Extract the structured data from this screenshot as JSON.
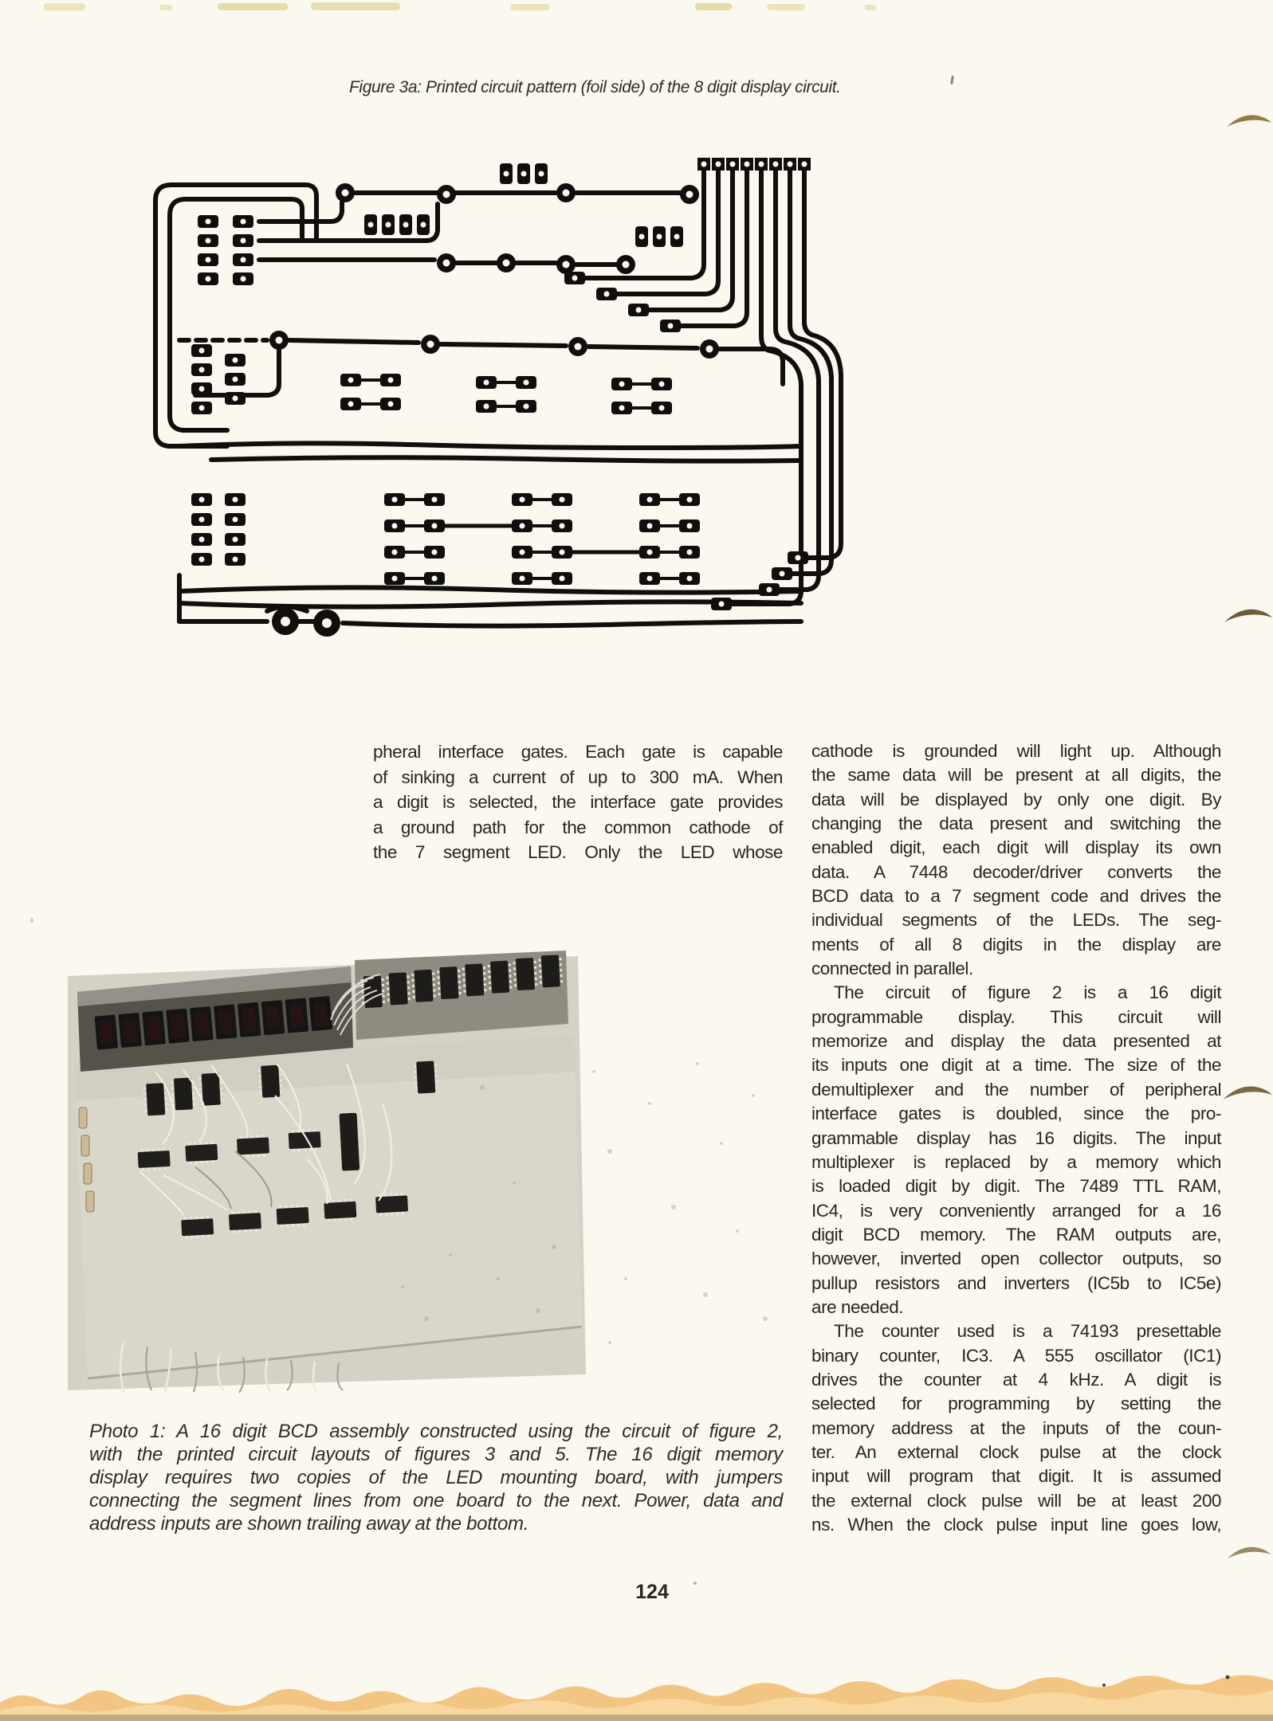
{
  "page": {
    "figure_caption": "Figure 3a: Printed circuit pattern (foil side) of the 8 digit display circuit.",
    "page_number": "124"
  },
  "left_column": {
    "paragraphs": [
      {
        "indent": false,
        "justify_last": true,
        "lines": [
          "pheral interface gates. Each gate is capable",
          "of sinking a current of up to 300 mA. When",
          "a digit is selected, the interface gate provides",
          "a ground path for the common cathode of",
          "the 7 segment LED. Only the LED whose"
        ]
      }
    ]
  },
  "right_column": {
    "paragraphs": [
      {
        "indent": false,
        "justify_last": false,
        "lines": [
          "cathode is grounded will light up. Although",
          "the same data will be present at all digits, the",
          "data will be displayed by only one digit. By",
          "changing the data present and switching the",
          "enabled digit, each digit will display its own",
          "data. A 7448 decoder/driver converts the",
          "BCD data to a 7 segment code and drives the",
          "individual segments of the LEDs. The seg-",
          "ments of all 8 digits in the display are",
          "connected in parallel."
        ]
      },
      {
        "indent": true,
        "justify_last": false,
        "lines": [
          "The circuit of figure 2 is a 16 digit",
          "programmable display. This circuit will",
          "memorize and display the data presented at",
          "its inputs one digit at a time. The size of the",
          "demultiplexer and the number of peripheral",
          "interface gates is doubled, since the pro-",
          "grammable display has 16 digits. The input",
          "multiplexer is replaced by a memory which",
          "is loaded digit by digit. The 7489 TTL RAM,",
          "IC4, is very conveniently arranged for a 16",
          "digit BCD memory. The RAM outputs are,",
          "however, inverted open collector outputs, so",
          "pullup resistors and inverters (IC5b to IC5e)",
          "are needed."
        ]
      },
      {
        "indent": true,
        "justify_last": true,
        "lines": [
          "The counter used is a 74193 presettable",
          "binary counter, IC3. A 555 oscillator (IC1)",
          "drives the counter at 4 kHz. A digit is",
          "selected for programming by setting the",
          "memory address at the inputs of the coun-",
          "ter. An external clock pulse at the clock",
          "input will program that digit. It is assumed",
          "the external clock pulse will be at least 200",
          "ns. When the clock pulse input line goes low,"
        ]
      }
    ]
  },
  "photo_caption": {
    "paragraphs": [
      {
        "indent": false,
        "justify_last": false,
        "lines": [
          "Photo 1: A 16 digit BCD assembly constructed using the circuit of figure 2,",
          "with the printed circuit layouts of figures 3 and 5. The 16 digit memory",
          "display requires two copies of the LED mounting board, with jumpers",
          "connecting the segment lines from one board to the next. Power, data and",
          "address inputs are shown trailing away at the bottom."
        ]
      }
    ]
  },
  "colors": {
    "paper": "#fbf8ef",
    "ink": "#262622",
    "pcb_ink": "#100f0d",
    "bottom_band_orange": "#f2c27c",
    "page_curl_brown": "#6e5a31"
  }
}
